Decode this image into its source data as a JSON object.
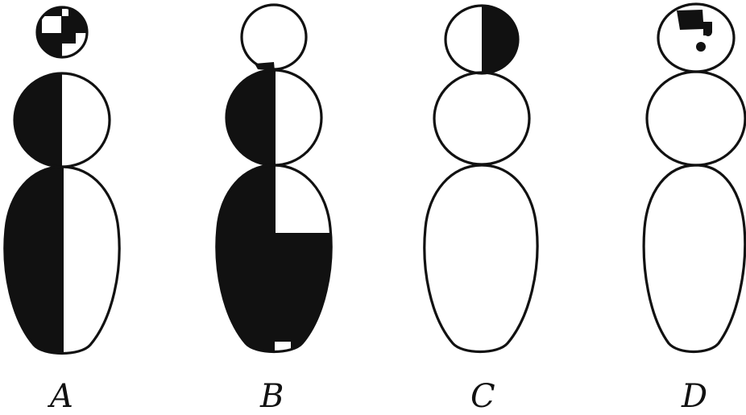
{
  "figure": {
    "panels": [
      {
        "label": "A"
      },
      {
        "label": "B"
      },
      {
        "label": "C"
      },
      {
        "label": "D"
      }
    ]
  },
  "colors": {
    "ink": "#111111",
    "paper": "#ffffff"
  }
}
